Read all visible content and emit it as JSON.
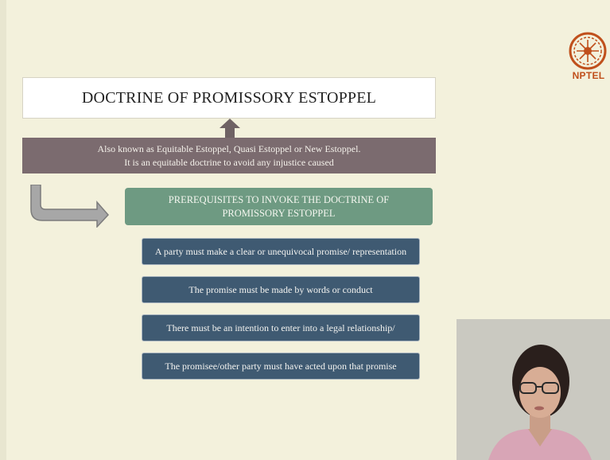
{
  "slide": {
    "title": "DOCTRINE OF PROMISSORY ESTOPPEL",
    "aka_line1": "Also known as Equitable Estoppel, Quasi Estoppel or New Estoppel.",
    "aka_line2": "It is an equitable doctrine to avoid any injustice caused",
    "prereq_heading": "PREREQUISITES TO INVOKE THE DOCTRINE OF PROMISSORY ESTOPPEL",
    "items": [
      "A party must make a clear or unequivocal promise/ representation",
      "The promise must be made by words or conduct",
      "There must be an intention to enter into a legal relationship/",
      "The promisee/other party must have acted upon that promise"
    ]
  },
  "logo": {
    "text": "NPTEL",
    "color": "#c0501c"
  },
  "colors": {
    "background": "#f3f1dc",
    "aka_box": "#7b6b6f",
    "prereq_box": "#6e9a82",
    "item_box": "#3f5a72"
  }
}
